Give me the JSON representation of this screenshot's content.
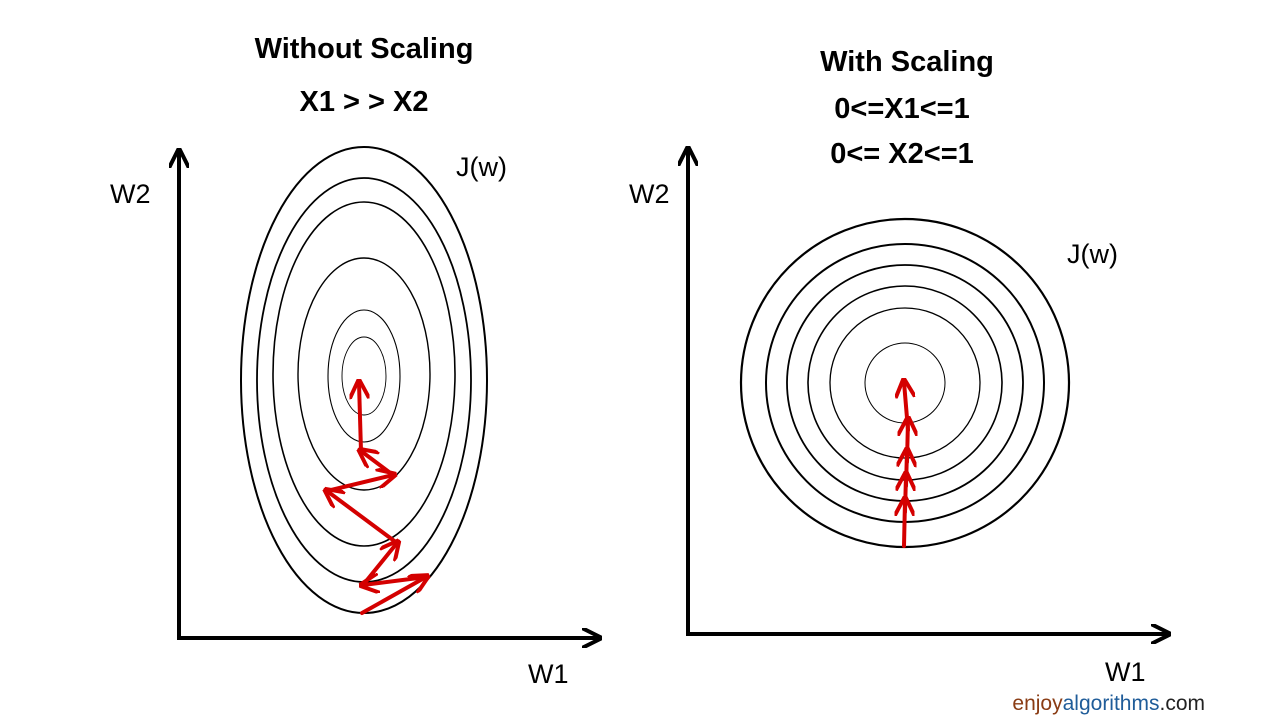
{
  "left_panel": {
    "title": "Without Scaling",
    "subtitle": "X1 > > X2",
    "y_axis_label": "W2",
    "x_axis_label": "W1",
    "cost_label": "J(w)",
    "contour_count": 6
  },
  "right_panel": {
    "title": "With Scaling",
    "condition_1": "0<=X1<=1",
    "condition_2": "0<= X2<=1",
    "y_axis_label": "W2",
    "x_axis_label": "W1",
    "cost_label": "J(w)",
    "contour_count": 6
  },
  "watermark": {
    "part1": "enjoy",
    "part2": "algorithms",
    "part3": ".com"
  },
  "colors": {
    "path": "#d40000",
    "axis": "#000000",
    "contour": "#000000",
    "brand_orange": "#8a3c14",
    "brand_blue": "#1f5c99",
    "brand_dark": "#222222"
  }
}
